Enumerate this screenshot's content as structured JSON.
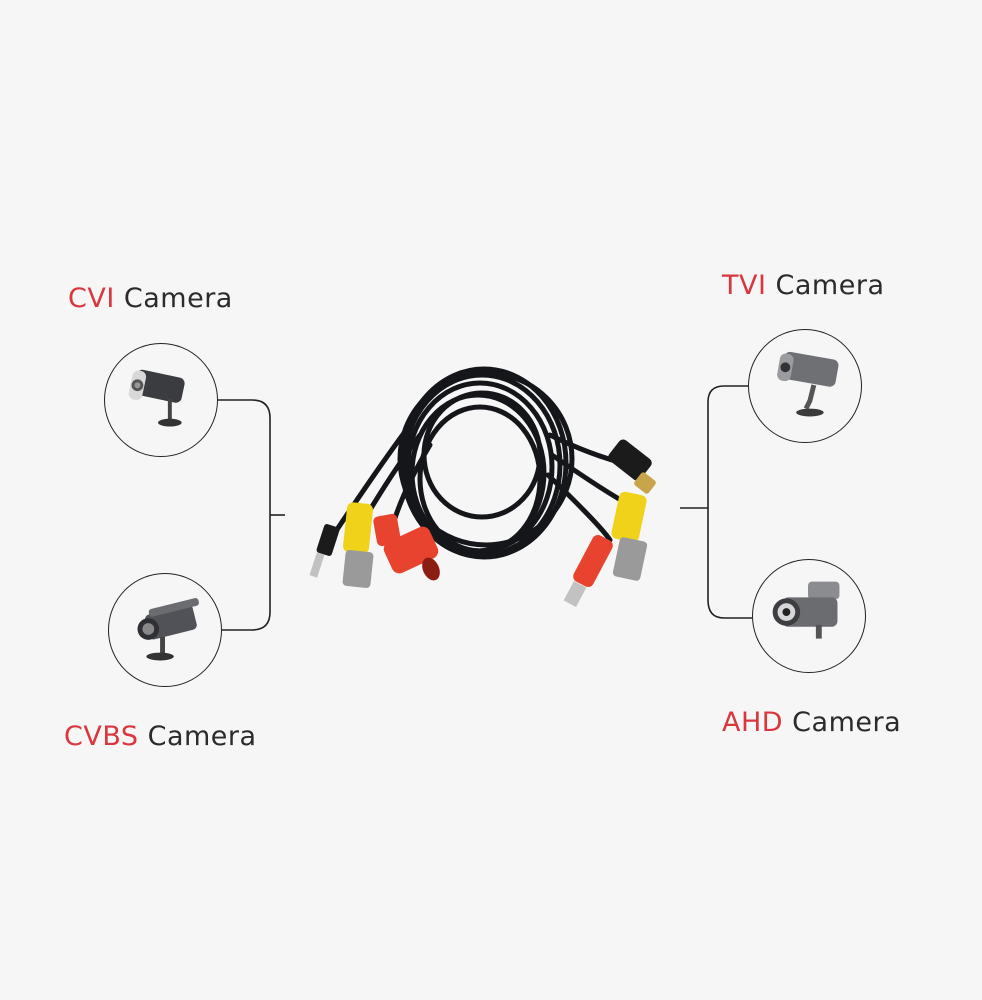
{
  "cameras": {
    "cvi": {
      "type": "CVI",
      "suffix": "Camera",
      "icon": "bullet-camera-icon"
    },
    "cvbs": {
      "type": "CVBS",
      "suffix": "Camera",
      "icon": "ir-bullet-camera-icon"
    },
    "tvi": {
      "type": "TVI",
      "suffix": "Camera",
      "icon": "bullet-camera-icon"
    },
    "ahd": {
      "type": "AHD",
      "suffix": "Camera",
      "icon": "ir-bullet-camera-icon"
    }
  },
  "colors": {
    "accent": "#d9363e",
    "text": "#2b2b2b",
    "background": "#f6f6f6",
    "bnc_yellow": "#f0d21a",
    "power_red": "#e8432e",
    "cable": "#15161a"
  },
  "product": {
    "image": "bnc-video-power-cable-coil"
  }
}
